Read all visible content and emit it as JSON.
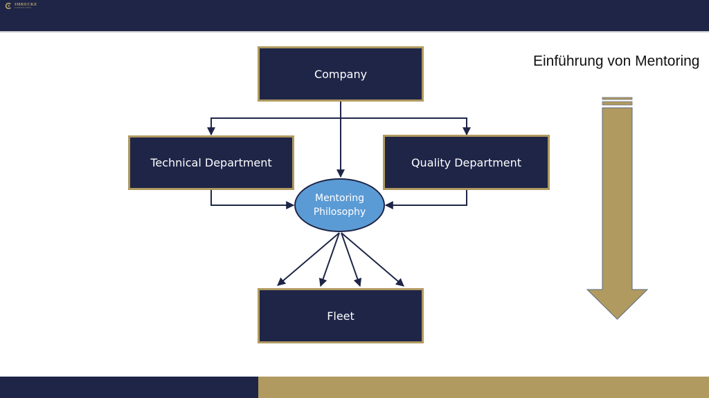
{
  "header": {
    "logo_name": "IMRECKE",
    "logo_sub": "CONSULTING"
  },
  "title": "Einführung von Mentoring",
  "nodes": {
    "company": "Company",
    "technical": "Technical Department",
    "quality": "Quality Department",
    "mentoring_line1": "Mentoring",
    "mentoring_line2": "Philosophy",
    "fleet": "Fleet"
  },
  "colors": {
    "navy": "#1e2547",
    "gold": "#b09a60",
    "blue": "#5b9bd5"
  }
}
